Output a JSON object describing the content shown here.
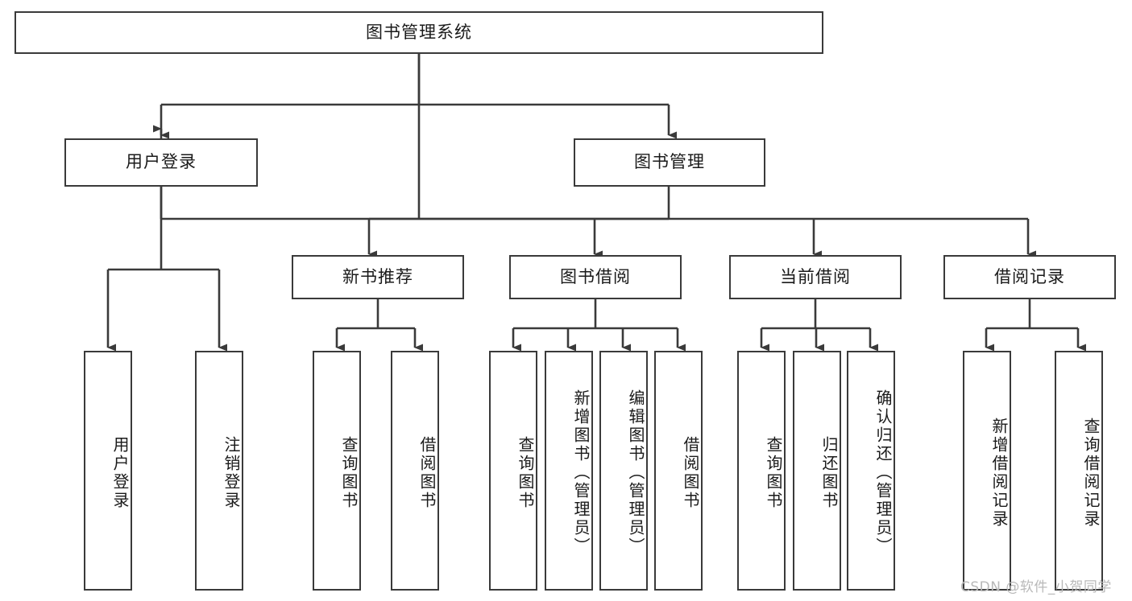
{
  "diagram": {
    "title": "图书管理系统",
    "type": "tree",
    "watermark": "CSDN @软件_小贺同学",
    "colors": {
      "node_border": "#3a3a3a",
      "node_fill": "#ffffff",
      "edge": "#3a3a3a",
      "text": "#1a1a1a",
      "watermark": "#b9b9b9",
      "background": "#ffffff"
    },
    "nodes": {
      "root": {
        "label": "图书管理系统",
        "orientation": "horizontal"
      },
      "level1": [
        {
          "id": "user-login",
          "label": "用户登录",
          "orientation": "horizontal"
        },
        {
          "id": "book-manage",
          "label": "图书管理",
          "orientation": "horizontal"
        }
      ],
      "level2": [
        {
          "id": "new-book-recommend",
          "label": "新书推荐",
          "orientation": "horizontal"
        },
        {
          "id": "book-borrow",
          "label": "图书借阅",
          "orientation": "horizontal"
        },
        {
          "id": "current-borrow",
          "label": "当前借阅",
          "orientation": "horizontal"
        },
        {
          "id": "borrow-record",
          "label": "借阅记录",
          "orientation": "horizontal"
        }
      ],
      "leaves": [
        {
          "id": "leaf-user-login",
          "label": "用户登录",
          "parent": "user-login",
          "orientation": "vertical"
        },
        {
          "id": "leaf-user-logout",
          "label": "注销登录",
          "parent": "user-login",
          "orientation": "vertical"
        },
        {
          "id": "leaf-query-book-1",
          "label": "查询图书",
          "parent": "new-book-recommend",
          "orientation": "vertical"
        },
        {
          "id": "leaf-borrow-book-1",
          "label": "借阅图书",
          "parent": "new-book-recommend",
          "orientation": "vertical"
        },
        {
          "id": "leaf-query-book-2",
          "label": "查询图书",
          "parent": "book-borrow",
          "orientation": "vertical"
        },
        {
          "id": "leaf-add-book",
          "label": "新增图书（管理员）",
          "parent": "book-borrow",
          "orientation": "vertical"
        },
        {
          "id": "leaf-edit-book",
          "label": "编辑图书（管理员）",
          "parent": "book-borrow",
          "orientation": "vertical"
        },
        {
          "id": "leaf-borrow-book-2",
          "label": "借阅图书",
          "parent": "book-borrow",
          "orientation": "vertical"
        },
        {
          "id": "leaf-query-book-3",
          "label": "查询图书",
          "parent": "current-borrow",
          "orientation": "vertical"
        },
        {
          "id": "leaf-return-book",
          "label": "归还图书",
          "parent": "current-borrow",
          "orientation": "vertical"
        },
        {
          "id": "leaf-confirm-return",
          "label": "确认归还（管理员）",
          "parent": "current-borrow",
          "orientation": "vertical"
        },
        {
          "id": "leaf-add-record",
          "label": "新增借阅记录",
          "parent": "borrow-record",
          "orientation": "vertical"
        },
        {
          "id": "leaf-query-record",
          "label": "查询借阅记录",
          "parent": "borrow-record",
          "orientation": "vertical"
        }
      ]
    }
  }
}
